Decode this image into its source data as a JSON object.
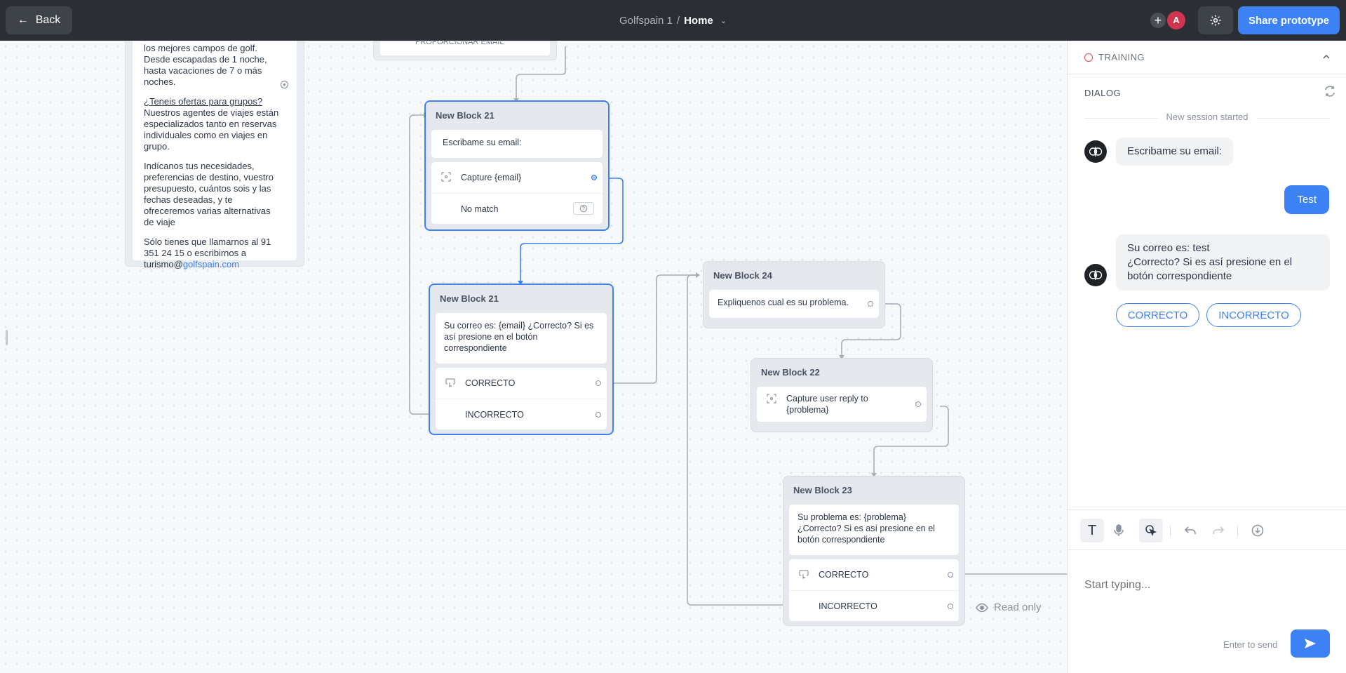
{
  "topbar": {
    "back_label": "Back",
    "project": "Golfspain 1",
    "separator": "/",
    "page": "Home",
    "avatar_letter": "A",
    "share_label": "Share prototype"
  },
  "canvas": {
    "text_card": {
      "lines_1": "los mejores campos de golf. Desde escapadas de 1 noche, hasta vacaciones de 7 o más noches.",
      "link_question": "¿Teneis ofertas para grupos?",
      "lines_2": "Nuestros agentes de viajes están especializados tanto en reservas individuales como en viajes en grupo.",
      "lines_3": "Indícanos tus necesidades, preferencias de destino, vuestro presupuesto, cuántos sois y las fechas deseadas, y te ofreceremos varias alternativas de viaje",
      "lines_4": "Sólo tienes que llamarnos al 91 351 24 15 o escribirnos a turismo@",
      "email_link": "golfspain.com"
    },
    "top_card_text": "PROPORCIONAR EMAIL",
    "blocks": [
      {
        "title": "New Block 21",
        "message": "Escribame su email:",
        "rows": [
          "Capture {email}",
          "No match"
        ]
      },
      {
        "title": "New Block 21",
        "message": "Su correo es: {email} ¿Correcto? Si es así presione en el botón correspondiente",
        "rows": [
          "CORRECTO",
          "INCORRECTO"
        ]
      },
      {
        "title": "New Block 24",
        "message": "Expliquenos cual es su problema."
      },
      {
        "title": "New Block 22",
        "rows": [
          "Capture user reply to {problema}"
        ]
      },
      {
        "title": "New Block 23",
        "message": "Su problema es: {problema} ¿Correcto? Si es así presione en el botón correspondiente",
        "rows": [
          "CORRECTO",
          "INCORRECTO"
        ]
      }
    ],
    "read_only": "Read only"
  },
  "panel": {
    "training_label": "TRAINING",
    "dialog_label": "DIALOG",
    "session_text": "New session started",
    "messages": {
      "bot_1": "Escribame su email:",
      "user_1": "Test",
      "bot_2_line1": "Su correo es: test",
      "bot_2_line2": "¿Correcto? Si es así presione en el botón correspondiente"
    },
    "choices": [
      "CORRECTO",
      "INCORRECTO"
    ],
    "input_placeholder": "Start typing...",
    "enter_hint": "Enter to send"
  },
  "colors": {
    "accent": "#3d82f5",
    "topbar": "#2b2f35",
    "training_dot": "#e2445c",
    "avatar": "#d0344f"
  }
}
